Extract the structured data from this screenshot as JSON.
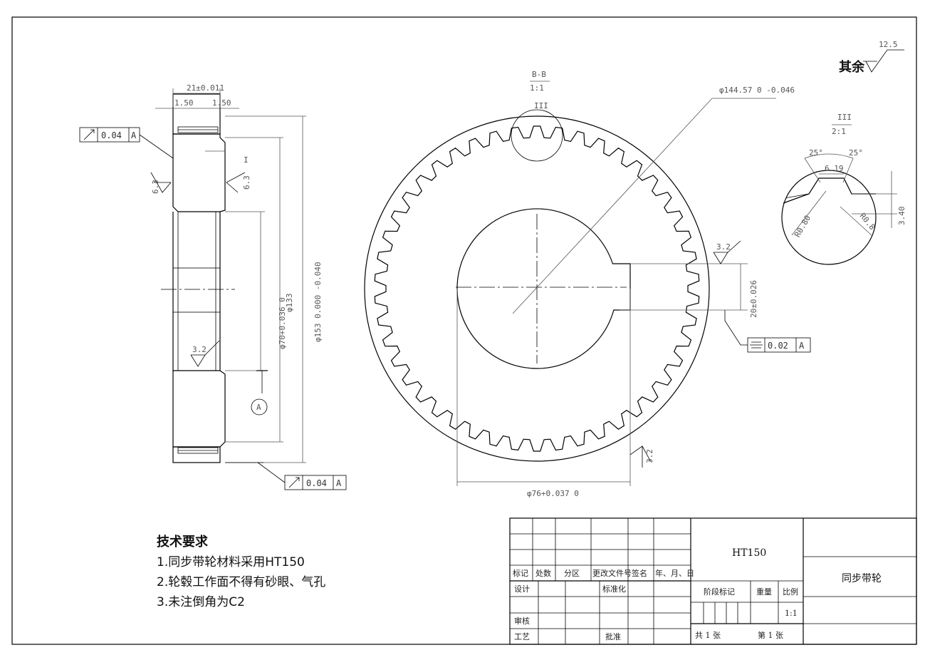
{
  "other_roughness": {
    "label": "其余",
    "value": "12.5"
  },
  "section_bb": {
    "label": "B-B",
    "scale": "1:1",
    "detail_marker": "III"
  },
  "detail_iii": {
    "label": "III",
    "scale": "2:1",
    "angle_left": "25°",
    "angle_right": "25°",
    "tooth_width": "6.19",
    "tooth_depth": "3.40",
    "radius_left": "R0.80",
    "radius_right": "R0.8"
  },
  "side_view": {
    "width_dim": "21±0.011",
    "chamfer_left": "1.50",
    "chamfer_right": "1.50",
    "bore_dim": "φ70+0.036 0",
    "hub_dim": "φ133",
    "outer_dim": "φ153 0.000 -0.040",
    "detail_marker": "I",
    "roughness_left": "6.3",
    "roughness_right": "6.3",
    "roughness_bore": "3.2",
    "datum": "A"
  },
  "front_view": {
    "tip_dim": "φ144.57 0 -0.046",
    "bore_dim": "φ76+0.037 0",
    "keyway_dim": "20±0.026",
    "roughness_key": "3.2",
    "roughness_bottom": "3.2"
  },
  "tolerance_frames": [
    {
      "symbol": "runout",
      "value": "0.04",
      "datum": "A"
    },
    {
      "symbol": "runout",
      "value": "0.04",
      "datum": "A"
    },
    {
      "symbol": "symmetry",
      "value": "0.02",
      "datum": "A"
    }
  ],
  "tech_requirements": {
    "title": "技术要求",
    "items": [
      "1.同步带轮材料采用HT150",
      "2.轮毂工作面不得有砂眼、气孔",
      "3.未注倒角为C2"
    ]
  },
  "title_block": {
    "material": "HT150",
    "part_name": "同步带轮",
    "headers": [
      "标记",
      "处数",
      "分区",
      "更改文件号",
      "签名",
      "年、月、日"
    ],
    "design": "设计",
    "standardize": "标准化",
    "review": "审核",
    "process": "工艺",
    "approve": "批准",
    "stage_mark": "阶段标记",
    "weight": "重量",
    "ratio_label": "比例",
    "ratio_value": "1:1",
    "sheets": "共 1 张",
    "sheet_no": "第 1 张"
  }
}
